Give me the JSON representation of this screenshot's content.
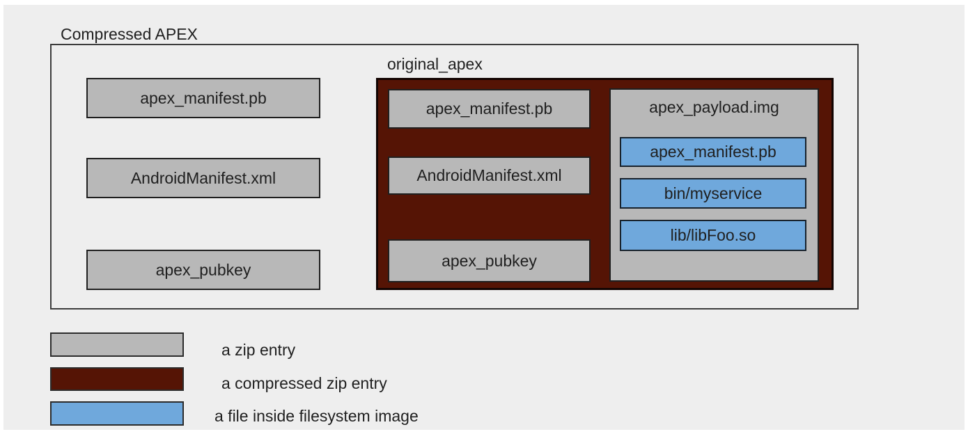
{
  "compressed_apex": {
    "label": "Compressed APEX",
    "zip_entries": [
      "apex_manifest.pb",
      "AndroidManifest.xml",
      "apex_pubkey"
    ],
    "original_apex": {
      "label": "original_apex",
      "zip_entries": [
        "apex_manifest.pb",
        "AndroidManifest.xml",
        "apex_pubkey"
      ],
      "payload_image": {
        "label": "apex_payload.img",
        "files": [
          "apex_manifest.pb",
          "bin/myservice",
          "lib/libFoo.so"
        ]
      }
    }
  },
  "legend": {
    "items": [
      {
        "label": "a zip entry",
        "color": "#b8b8b8"
      },
      {
        "label": "a compressed zip entry",
        "color": "#551405"
      },
      {
        "label": "a file inside filesystem image",
        "color": "#6fa8dc"
      }
    ]
  },
  "colors": {
    "zip_entry_fill": "#b8b8b8",
    "compressed_zip_entry_fill": "#551405",
    "filesystem_file_fill": "#6fa8dc",
    "canvas_background": "#eeeeee",
    "box_border": "#1f1f1f",
    "text": "#1f1f1f"
  }
}
